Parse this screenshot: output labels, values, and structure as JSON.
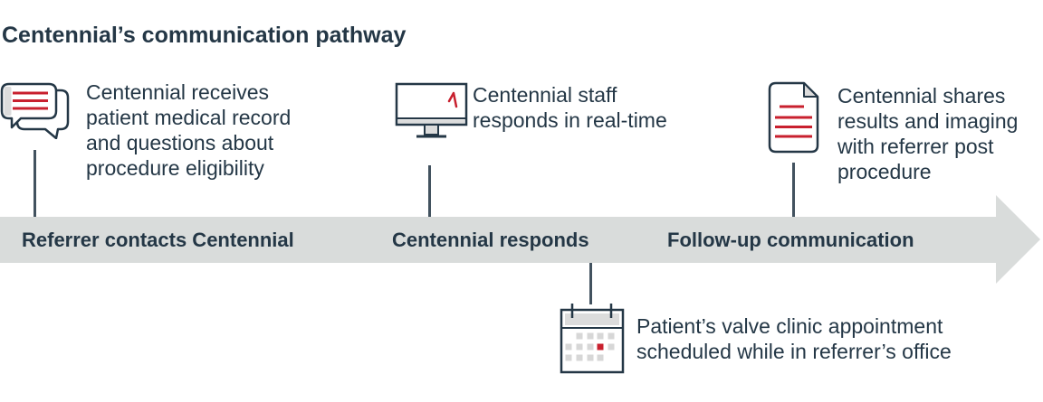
{
  "title": "Centennial’s communication pathway",
  "colors": {
    "navy": "#243746",
    "red": "#C8202E",
    "band_gray": "#D9DCDB",
    "light_gray": "#DCDCDC",
    "connector": "#42525F"
  },
  "steps": [
    {
      "icon": "chat-bubbles-icon",
      "description": "Centennial receives\npatient medical record\nand questions about\nprocedure eligibility"
    },
    {
      "icon": "monitor-cursor-icon",
      "description": "Centennial staff\nresponds in real-time"
    },
    {
      "icon": "document-results-icon",
      "description": "Centennial shares\nresults and imaging\nwith referrer post\nprocedure"
    }
  ],
  "timeline": {
    "labels": [
      "Referrer contacts Centennial",
      "Centennial responds",
      "Follow-up communication"
    ]
  },
  "footnote_step": {
    "icon": "calendar-icon",
    "description": "Patient’s valve clinic appointment\nscheduled while in referrer’s office"
  }
}
